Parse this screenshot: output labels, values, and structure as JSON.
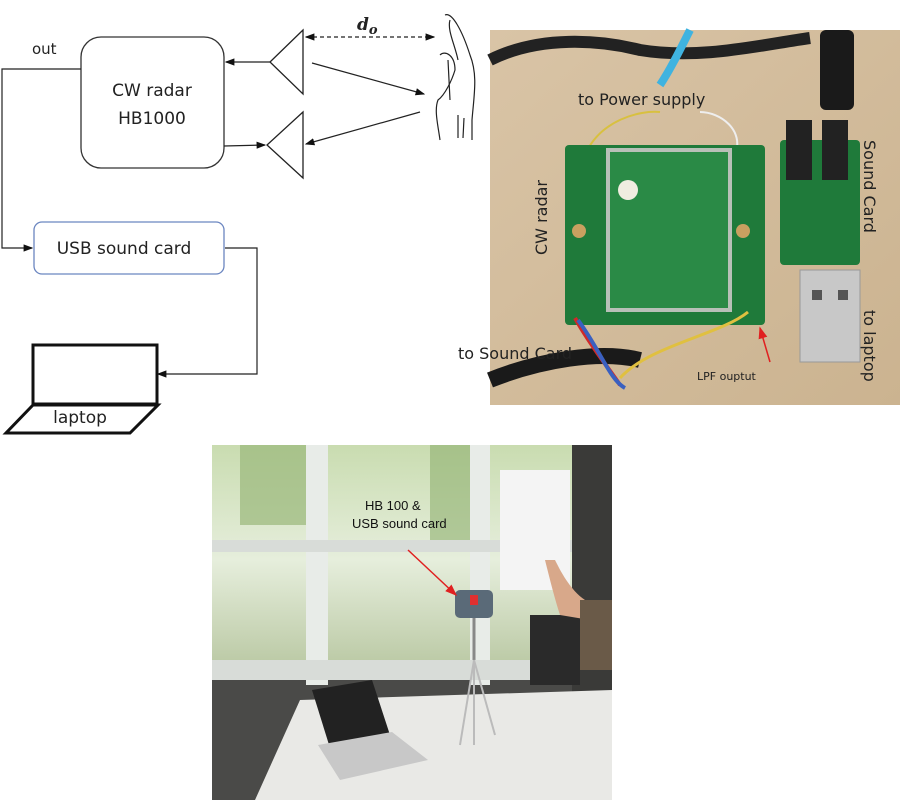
{
  "block_diagram": {
    "out_label": "out",
    "radar_line1": "CW radar",
    "radar_line2": "HB1000",
    "distance_symbol": "d",
    "distance_subscript": "o",
    "sound_card_label": "USB sound card",
    "laptop_label": "laptop"
  },
  "hardware_photo": {
    "power_label": "to Power supply",
    "radar_label": "CW radar",
    "sound_card_label": "Sound Card",
    "laptop_label": "to laptop",
    "to_sound_card_label": "to Sound Card",
    "lpf_label": "LPF ouptut",
    "board_color": "#1f7a3a",
    "arrow_color": "#e02020"
  },
  "setup_photo": {
    "device_label_line1": "HB 100 &",
    "device_label_line2": "USB sound card",
    "arrow_color": "#e02020"
  }
}
